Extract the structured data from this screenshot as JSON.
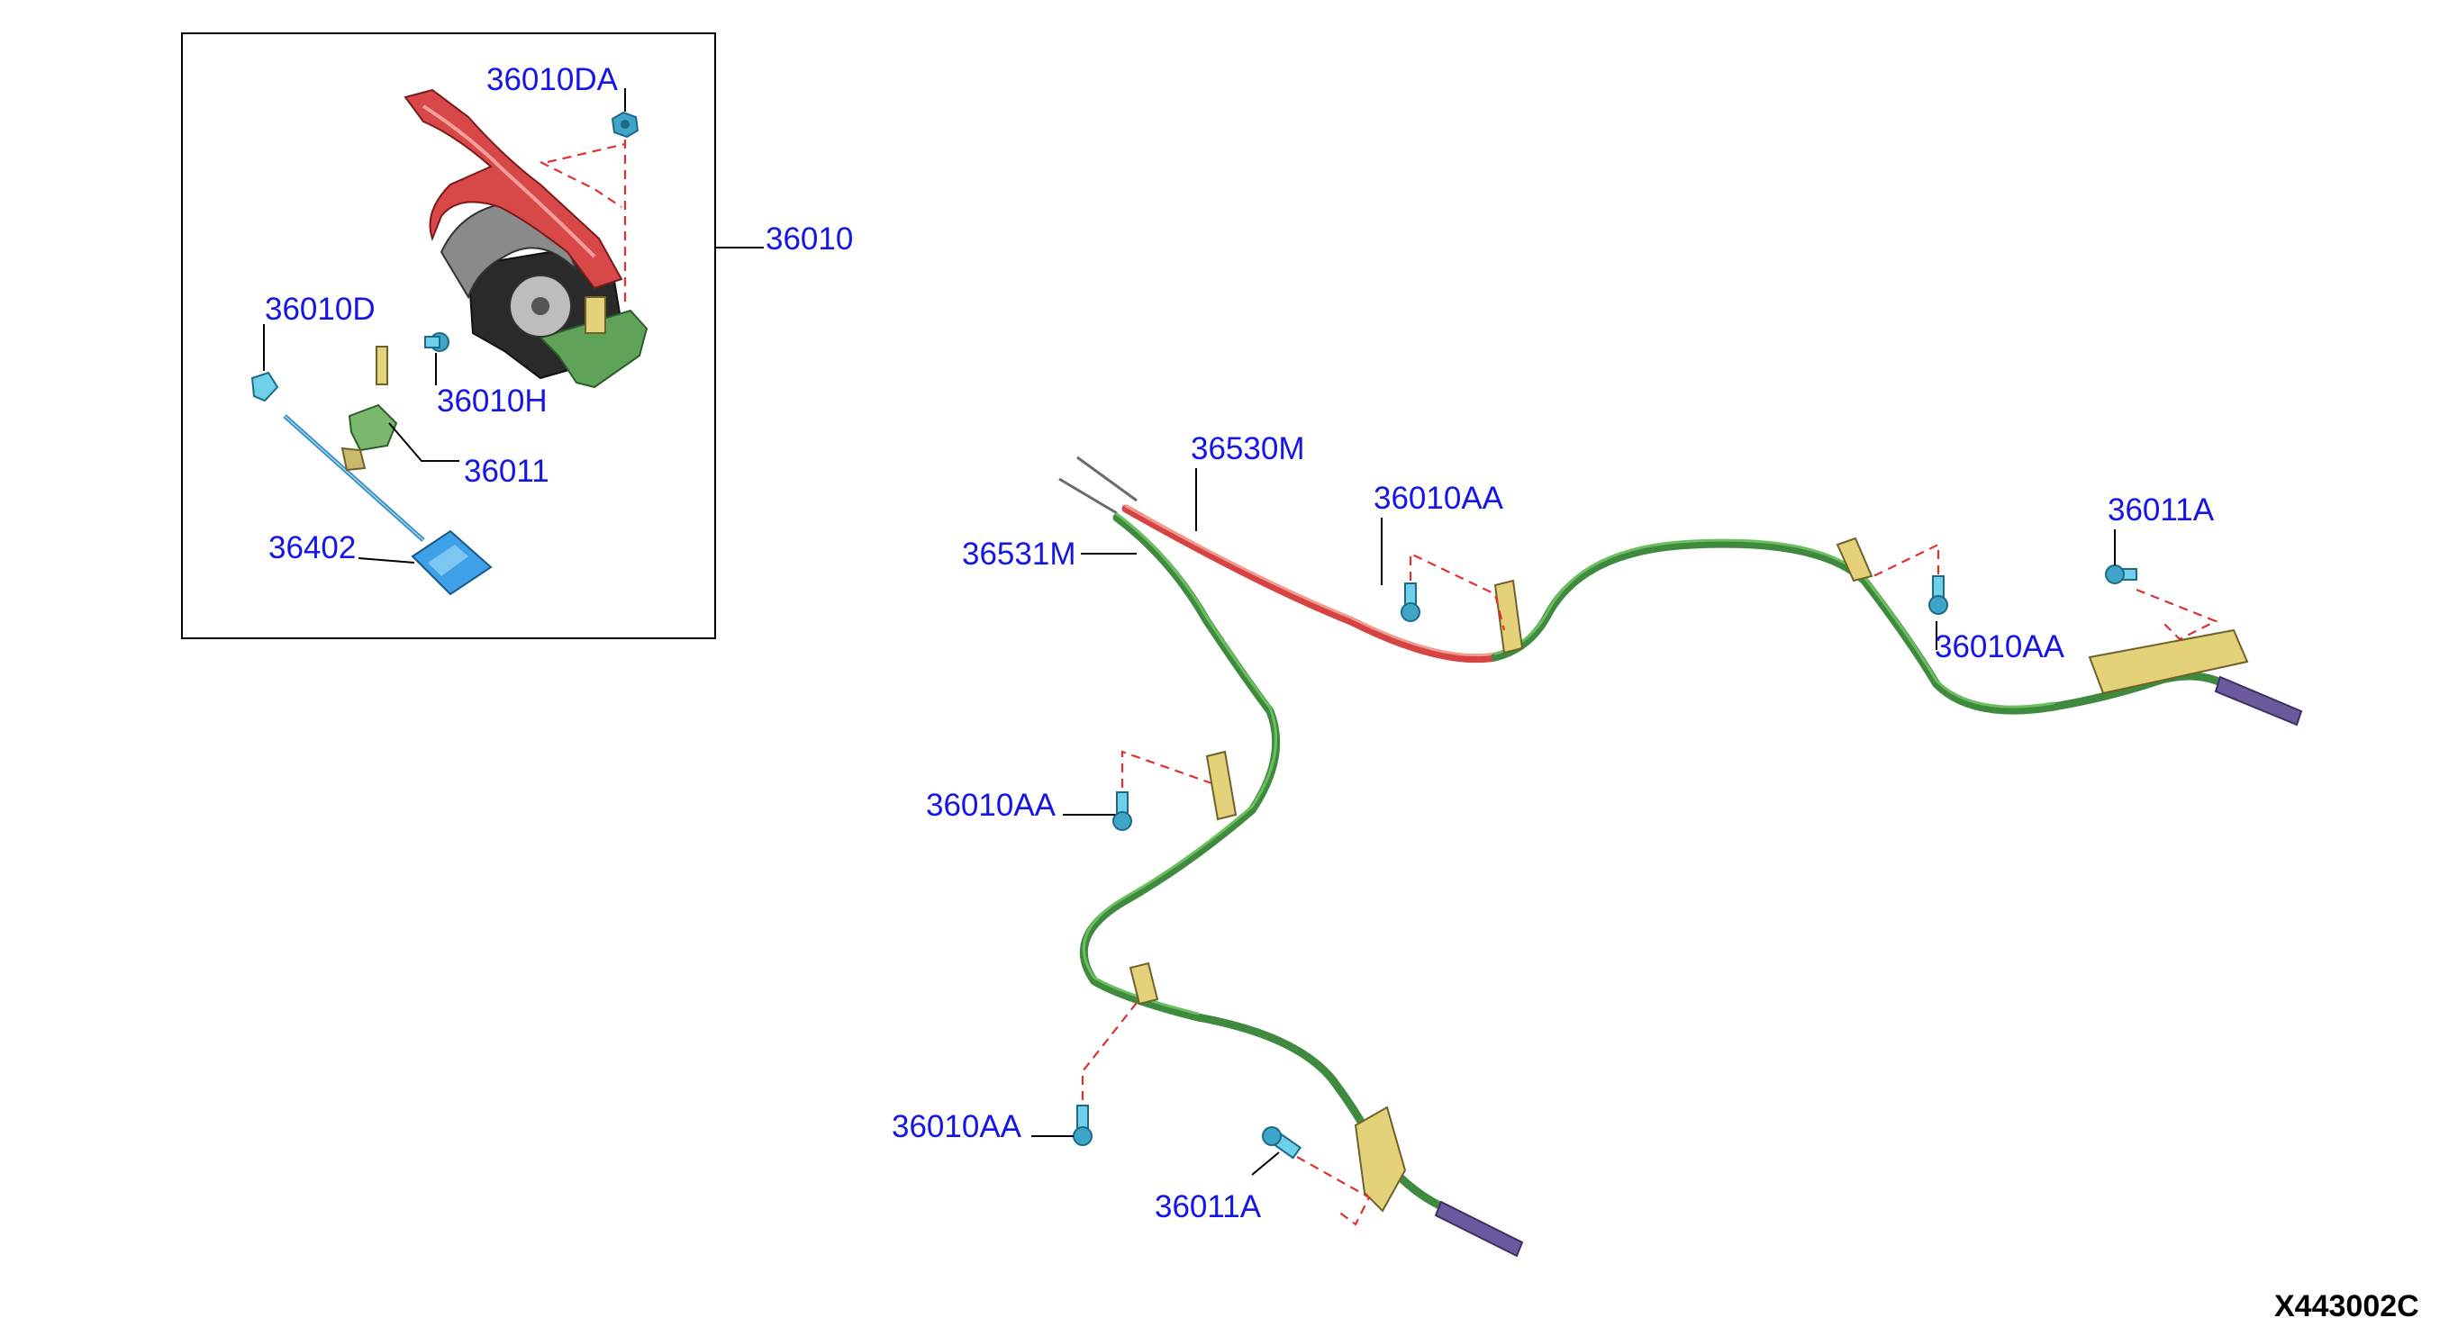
{
  "diagram": {
    "id": "X443002C",
    "callouts": {
      "c36010DA": "36010DA",
      "c36010": "36010",
      "c36010D": "36010D",
      "c36010H": "36010H",
      "c36011": "36011",
      "c36402": "36402",
      "c36530M": "36530M",
      "c36531M": "36531M",
      "c36010AA_center": "36010AA",
      "c36010AA_right": "36010AA",
      "c36011A_right": "36011A",
      "c36010AA_left_upper": "36010AA",
      "c36010AA_left_lower": "36010AA",
      "c36011A_lower": "36011A"
    },
    "colors": {
      "callout_text": "#1515e6",
      "lever_red": "#d94848",
      "cable_green": "#3f8a3f",
      "cable_red": "#d64343",
      "bracket_yellow": "#e3d27a",
      "clip_cyan": "#6fd0ea",
      "switch_blue": "#3ea0e6",
      "dash_red": "#e03030"
    }
  }
}
